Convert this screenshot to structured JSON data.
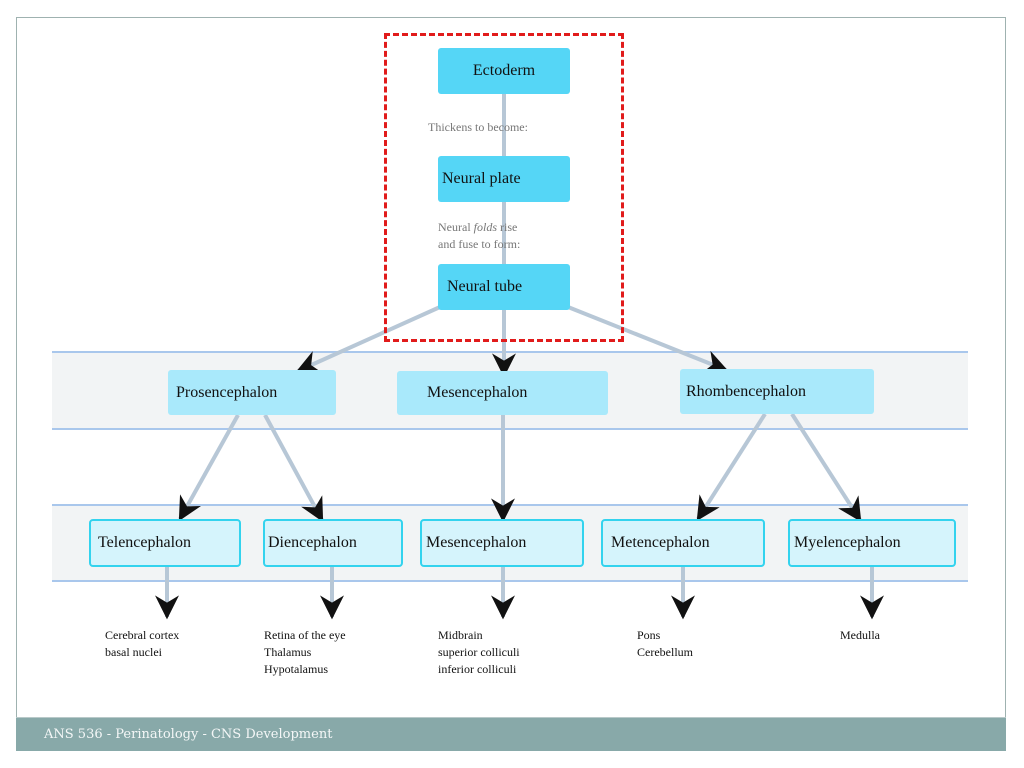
{
  "diagram": {
    "title": "CNS Development",
    "stages": [
      {
        "id": "ectoderm",
        "label": "Ectoderm"
      },
      {
        "id": "neural_plate",
        "label": "Neural plate"
      },
      {
        "id": "neural_tube",
        "label": "Neural tube"
      }
    ],
    "annotations": {
      "thickens": "Thickens to become:",
      "folds_pre": "Neural ",
      "folds_em": "folds",
      "folds_post": " rise",
      "folds_line2": "and fuse to form:"
    },
    "primary_vesicles": [
      {
        "id": "prosencephalon",
        "label": "Prosencephalon"
      },
      {
        "id": "mesencephalon",
        "label": "Mesencephalon"
      },
      {
        "id": "rhombencephalon",
        "label": "Rhombencephalon"
      }
    ],
    "secondary_vesicles": [
      {
        "id": "telencephalon",
        "label": "Telencephalon",
        "parent": "prosencephalon",
        "derivatives": [
          "Cerebral cortex",
          "basal nuclei"
        ]
      },
      {
        "id": "diencephalon",
        "label": "Diencephalon",
        "parent": "prosencephalon",
        "derivatives": [
          "Retina of the eye",
          "Thalamus",
          "Hypotalamus"
        ]
      },
      {
        "id": "mesencephalon2",
        "label": "Mesencephalon",
        "parent": "mesencephalon",
        "derivatives": [
          "Midbrain",
          "superior colliculi",
          "inferior colliculi"
        ]
      },
      {
        "id": "metencephalon",
        "label": "Metencephalon",
        "parent": "rhombencephalon",
        "derivatives": [
          "Pons",
          "Cerebellum"
        ]
      },
      {
        "id": "myelencephalon",
        "label": "Myelencephalon",
        "parent": "rhombencephalon",
        "derivatives": [
          "Medulla"
        ]
      }
    ],
    "colors": {
      "stage_fill": "#55d6f6",
      "primary_fill": "#a9e9fb",
      "secondary_fill": "#d5f4fc",
      "secondary_border": "#33d3ee",
      "edge": "#b7c7d6",
      "highlight": "#e11b1b",
      "footer": "#88a9a9"
    }
  },
  "footer": {
    "text": "ANS 536 - Perinatology -  CNS Development"
  }
}
